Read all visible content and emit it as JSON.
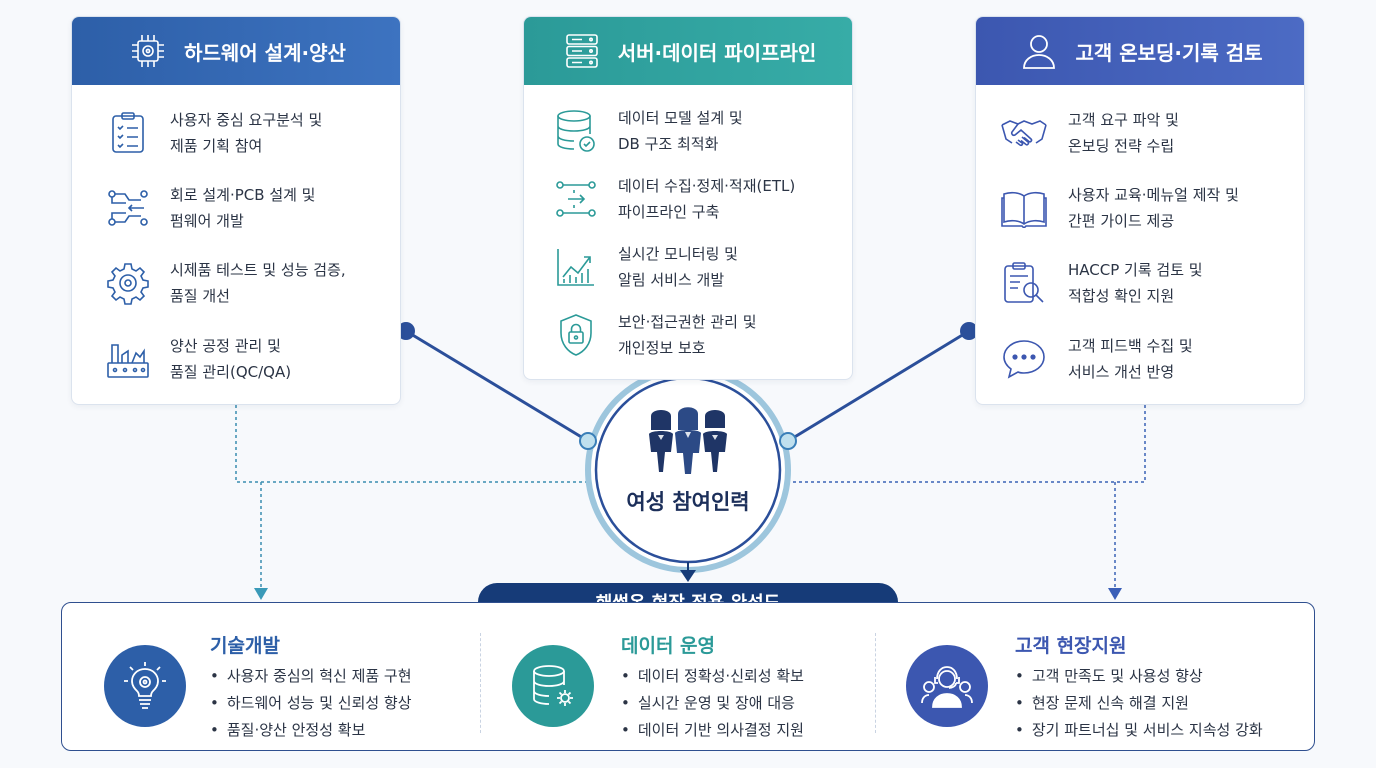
{
  "colors": {
    "hardware": "#2d5fa8",
    "data": "#2b9a98",
    "customer": "#3c57b0",
    "navy": "#163b78",
    "dot": "#2b4f9a"
  },
  "cards": {
    "hardware": {
      "title": "하드웨어 설계·양산",
      "icon": "chip-gear-icon",
      "items": [
        {
          "icon": "clipboard-checklist-icon",
          "line1": "사용자 중심 요구분석 및",
          "line2": "제품 기획 참여"
        },
        {
          "icon": "circuit-icon",
          "line1": "회로 설계·PCB 설계 및",
          "line2": "펌웨어 개발"
        },
        {
          "icon": "gear-icon",
          "line1": "시제품 테스트 및 성능 검증,",
          "line2": "품질 개선"
        },
        {
          "icon": "factory-icon",
          "line1": "양산 공정 관리 및",
          "line2": "품질 관리(QC/QA)"
        }
      ]
    },
    "data": {
      "title": "서버·데이터 파이프라인",
      "icon": "server-icon",
      "items": [
        {
          "icon": "database-icon",
          "line1": "데이터 모델 설계 및",
          "line2": "DB 구조 최적화"
        },
        {
          "icon": "pipeline-icon",
          "line1": "데이터 수집·정제·적재(ETL)",
          "line2": "파이프라인 구축"
        },
        {
          "icon": "chart-trend-icon",
          "line1": "실시간 모니터링 및",
          "line2": "알림 서비스 개발"
        },
        {
          "icon": "shield-lock-icon",
          "line1": "보안·접근권한 관리 및",
          "line2": "개인정보 보호"
        }
      ]
    },
    "customer": {
      "title": "고객 온보딩·기록 검토",
      "icon": "user-icon",
      "items": [
        {
          "icon": "handshake-icon",
          "line1": "고객 요구 파악 및",
          "line2": "온보딩 전략 수립"
        },
        {
          "icon": "book-icon",
          "line1": "사용자 교육·메뉴얼 제작 및",
          "line2": "간편 가이드 제공"
        },
        {
          "icon": "clipboard-search-icon",
          "line1": "HACCP 기록 검토 및",
          "line2": "적합성 확인 지원"
        },
        {
          "icon": "chat-bubble-icon",
          "line1": "고객 피드백 수집 및",
          "line2": "서비스 개선 반영"
        }
      ]
    }
  },
  "center": {
    "title": "여성 참여인력",
    "icon": "women-group-icon"
  },
  "outcome": {
    "label": "해썹온 현장 적용 완성도",
    "columns": [
      {
        "title": "기술개발",
        "icon": "lightbulb-icon",
        "color": "#2d5fa8",
        "bullets": [
          "사용자 중심의 혁신 제품 구현",
          "하드웨어 성능 및 신뢰성 향상",
          "품질·양산 안정성 확보"
        ]
      },
      {
        "title": "데이터 운영",
        "icon": "database-gear-icon",
        "color": "#2b9a98",
        "bullets": [
          "데이터 정확성·신뢰성 확보",
          "실시간 운영 및 장애 대응",
          "데이터 기반 의사결정 지원"
        ]
      },
      {
        "title": "고객 현장지원",
        "icon": "support-team-icon",
        "color": "#3c57b0",
        "bullets": [
          "고객 만족도 및 사용성 향상",
          "현장 문제 신속 해결 지원",
          "장기 파트너십 및 서비스 지속성 강화"
        ]
      }
    ]
  }
}
